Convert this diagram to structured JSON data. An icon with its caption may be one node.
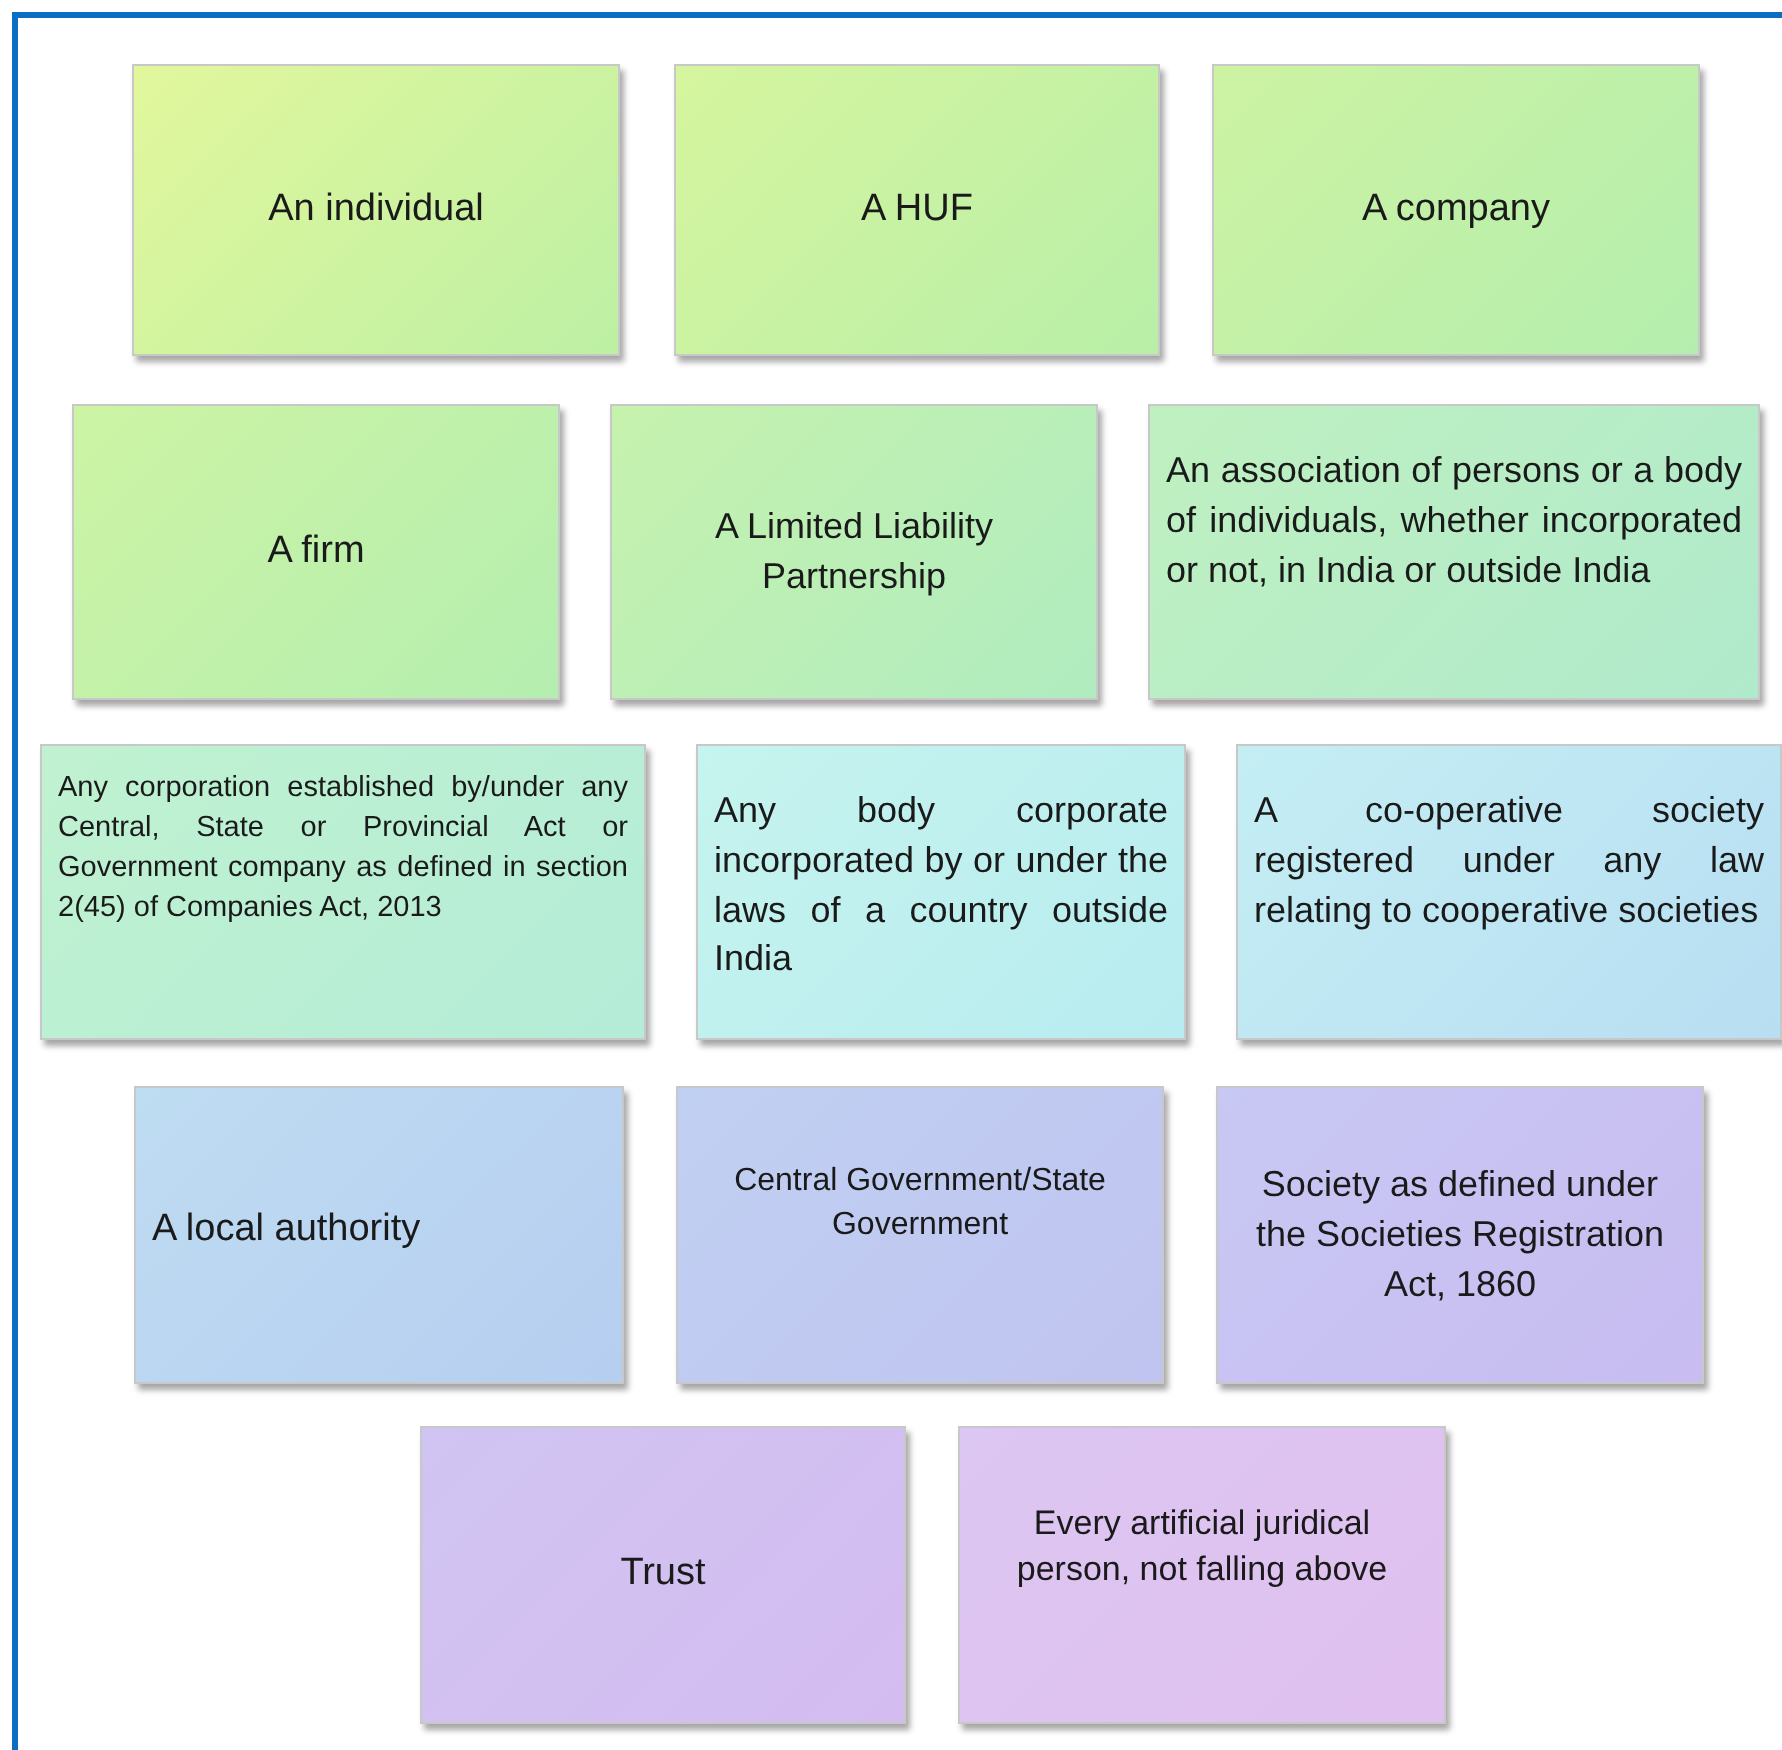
{
  "diagram": {
    "nodes": [
      {
        "text": [
          "An individual"
        ]
      },
      {
        "text": [
          "A HUF"
        ]
      },
      {
        "text": [
          "A company"
        ]
      },
      {
        "text": [
          "A firm"
        ]
      },
      {
        "text": [
          "A Limited Liability Partnership"
        ]
      },
      {
        "text": [
          "An association of persons or a body of individuals, whether incorporated or not, in India or outside India"
        ]
      },
      {
        "text": [
          "Any corporation established by/under any Central, State or Provincial Act or Government company as defined in section 2(45) of Companies Act, 2013"
        ]
      },
      {
        "text": [
          "Any body corporate incorporated by or under the laws of a country outside India"
        ]
      },
      {
        "text": [
          "A co-operative society registered under any law relating to cooperative societies"
        ]
      },
      {
        "text": [
          "A local authority"
        ]
      },
      {
        "text": [
          "Central Government/State Government"
        ]
      },
      {
        "text": [
          "Society as defined under the Societies Registration Act, 1860"
        ]
      },
      {
        "text": [
          "Trust"
        ]
      },
      {
        "text": [
          "Every artificial juridical person, not falling above"
        ]
      }
    ]
  }
}
